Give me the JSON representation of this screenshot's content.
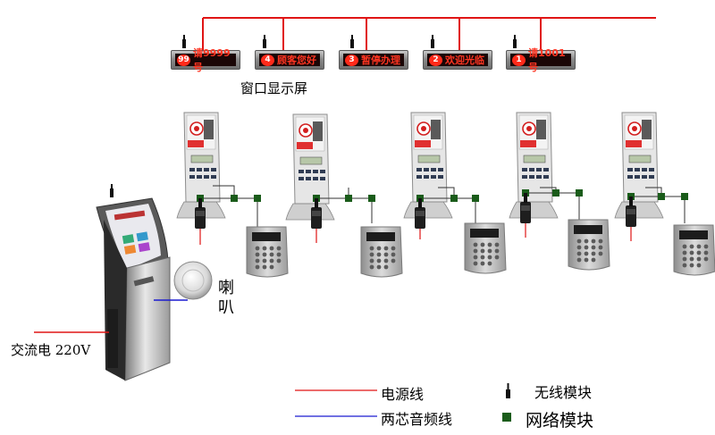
{
  "displays": [
    {
      "number": "99",
      "text": "请9999号"
    },
    {
      "number": "4",
      "text": "顾客您好"
    },
    {
      "number": "3",
      "text": "暂停办理"
    },
    {
      "number": "2",
      "text": "欢迎光临"
    },
    {
      "number": "1",
      "text": "请1001号"
    }
  ],
  "labels": {
    "window_display": "窗口显示屏",
    "speaker": "喇\n叭",
    "ac_power": "交流电 220V"
  },
  "legend": {
    "power_line": "电源线",
    "audio_line": "两芯音频线",
    "wireless_module": "无线模块",
    "network_module": "网络模块"
  },
  "colors": {
    "power_line": "#e01515",
    "audio_line": "#1b1bd0",
    "network_module": "#1a5c1a",
    "display_text": "#ff3522"
  }
}
